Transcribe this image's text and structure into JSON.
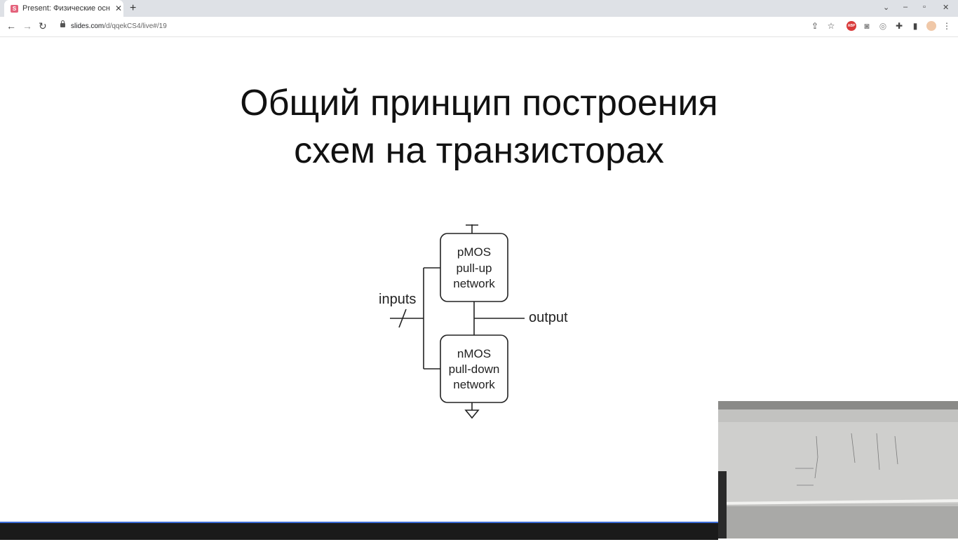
{
  "browser": {
    "tab": {
      "favicon_letter": "S",
      "title": "Present: Физические осн"
    },
    "url_domain": "slides.com",
    "url_path": "/d/qqekCS4/live#/19"
  },
  "slide": {
    "title_line1": "Общий принцип построения",
    "title_line2": "схем на транзисторах"
  },
  "diagram": {
    "pmos_lines": [
      "pMOS",
      "pull-up",
      "network"
    ],
    "nmos_lines": [
      "nMOS",
      "pull-down",
      "network"
    ],
    "inputs_label": "inputs",
    "output_label": "output"
  },
  "icons": [
    "back-icon",
    "forward-icon",
    "reload-icon",
    "lock-icon",
    "share-icon",
    "star-icon",
    "adblock-icon",
    "camera-icon",
    "record-icon",
    "extensions-icon",
    "sidepanel-icon",
    "profile-icon"
  ],
  "colors": {
    "tab_strip": "#dee1e6",
    "bottom_bar": "#1a1a1a",
    "progress_accent": "#3b6bd6",
    "favicon": "#e4637c"
  }
}
